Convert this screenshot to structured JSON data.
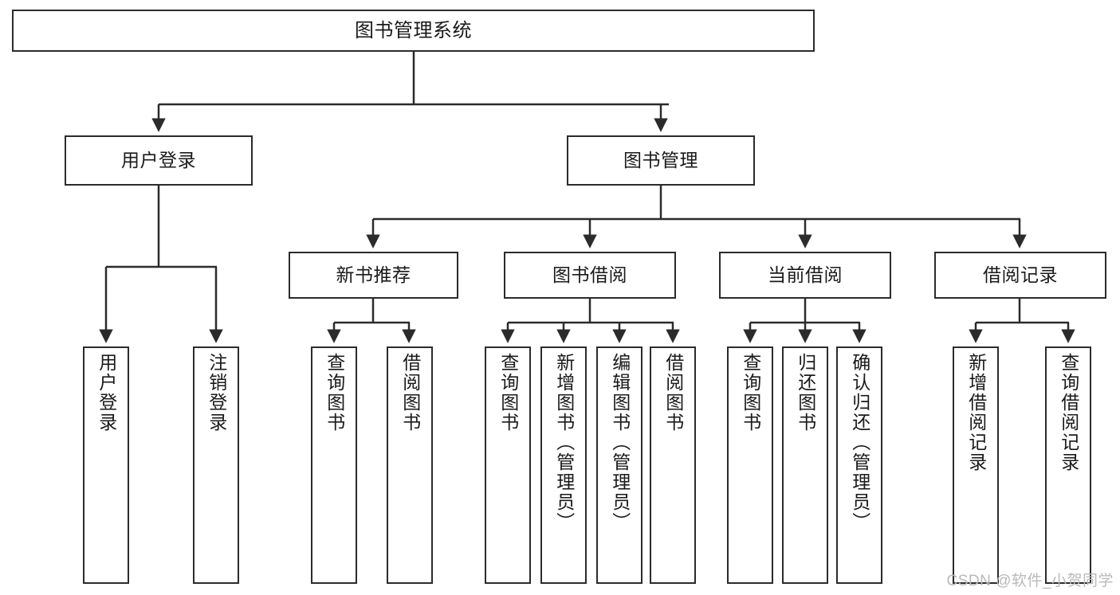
{
  "diagram": {
    "title": "图书管理系统",
    "type": "functional-structure-tree",
    "colors": {
      "stroke": "#2b2b2b",
      "fill": "#ffffff",
      "text": "#1a1a1a",
      "watermark": "#b9b9b9"
    },
    "root": {
      "label": "图书管理系统"
    },
    "level2": [
      {
        "label": "用户登录"
      },
      {
        "label": "图书管理"
      }
    ],
    "level3": [
      {
        "label": "新书推荐"
      },
      {
        "label": "图书借阅"
      },
      {
        "label": "当前借阅"
      },
      {
        "label": "借阅记录"
      }
    ],
    "leaves": {
      "user_login": [
        {
          "label": "用户登录"
        },
        {
          "label": "注销登录"
        }
      ],
      "new_book_recommend": [
        {
          "label": "查询图书"
        },
        {
          "label": "借阅图书"
        }
      ],
      "book_borrow": [
        {
          "label": "查询图书"
        },
        {
          "label": "新增图书（管理员）"
        },
        {
          "label": "编辑图书（管理员）"
        },
        {
          "label": "借阅图书"
        }
      ],
      "current_borrow": [
        {
          "label": "查询图书"
        },
        {
          "label": "归还图书"
        },
        {
          "label": "确认归还（管理员）"
        }
      ],
      "borrow_record": [
        {
          "label": "新增借阅记录"
        },
        {
          "label": "查询借阅记录"
        }
      ]
    }
  },
  "watermark": {
    "text": "CSDN @软件_小贺同学"
  }
}
